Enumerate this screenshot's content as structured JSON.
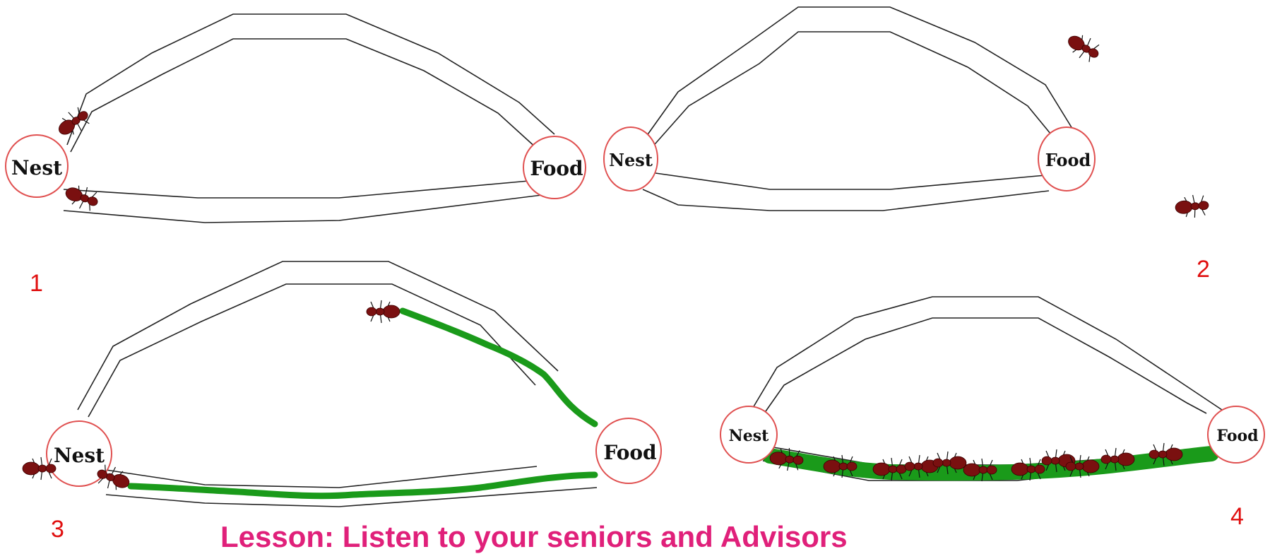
{
  "colors": {
    "trail": "#1a9a1a",
    "ant": "#7a1010",
    "node_border": "#e05050",
    "label_red": "#e01010",
    "lesson": "#e0207a"
  },
  "panels": [
    {
      "number": "1",
      "nest_label": "Nest",
      "food_label": "Food"
    },
    {
      "number": "2",
      "nest_label": "Nest",
      "food_label": "Food"
    },
    {
      "number": "3",
      "nest_label": "Nest",
      "food_label": "Food"
    },
    {
      "number": "4",
      "nest_label": "Nest",
      "food_label": "Food"
    }
  ],
  "lesson": "Lesson: Listen to your seniors and Advisors"
}
